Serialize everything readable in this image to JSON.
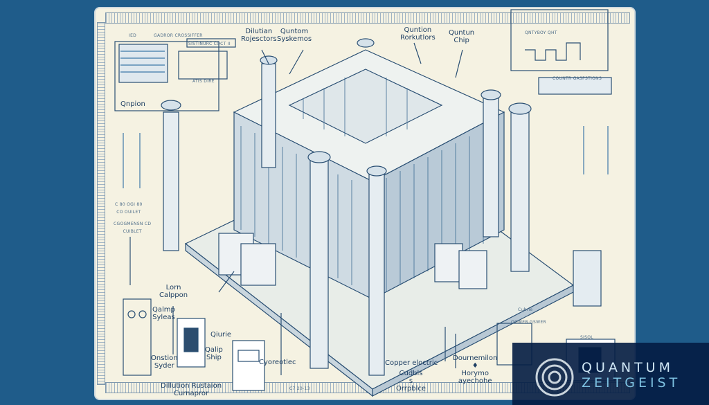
{
  "labels": {
    "top_left_id": "IED",
    "top_left_header": "GADROR CROSSIFFER",
    "top_left_box": "SISTINURC COCT II",
    "top_left_box2": "ATIS DIRE",
    "dilution_reflectors": "Dilutian\nRojesctors",
    "quantum_systems": "Quntom\nSyskemos",
    "quantum_rockators": "Quntion\nRorkutlors",
    "quantum_chip": "Quntun\nChip",
    "top_right_header": "QNTYBOY    QHT",
    "counter_caption": "COUNTR GASPSTIONS",
    "left_qnpion": "Qnpion",
    "left_codes": "C 80    OGI 80\nCO OUILET",
    "left_corgmension": "CGOGMENSN CD\nCUIBLET",
    "lorn_calpon": "Lorn\nCalppon",
    "qalmp_syles": "Qalmp\nSyleas",
    "onstion_syder": "Onstion\nSyder",
    "qiurie": "Qiurie",
    "qalip_ship": "Qalip\nShip",
    "dilution_compressor": "Dillution Rustaion\nCurnapror",
    "cyoreotlec": "Cyoreotlec",
    "code_num": "C7 20-13",
    "qubits_orphice": "Cudbls\ns\nOrrpblce",
    "dournemilon": "Dournemilon\n♦\nHorymo\nayechohe",
    "copper_electric": "Copper eloctric",
    "right_unit": "SISOL",
    "cubrlie": "Cubrle",
    "oower_gswer": "OOWER GSWER"
  },
  "watermark": {
    "line1": "QUANTUM",
    "line2": "ZEITGEIST"
  },
  "colors": {
    "background": "#1f5c8a",
    "paper": "#f5f2e2",
    "ink": "#1e3f63",
    "watermark": "#031c42"
  }
}
